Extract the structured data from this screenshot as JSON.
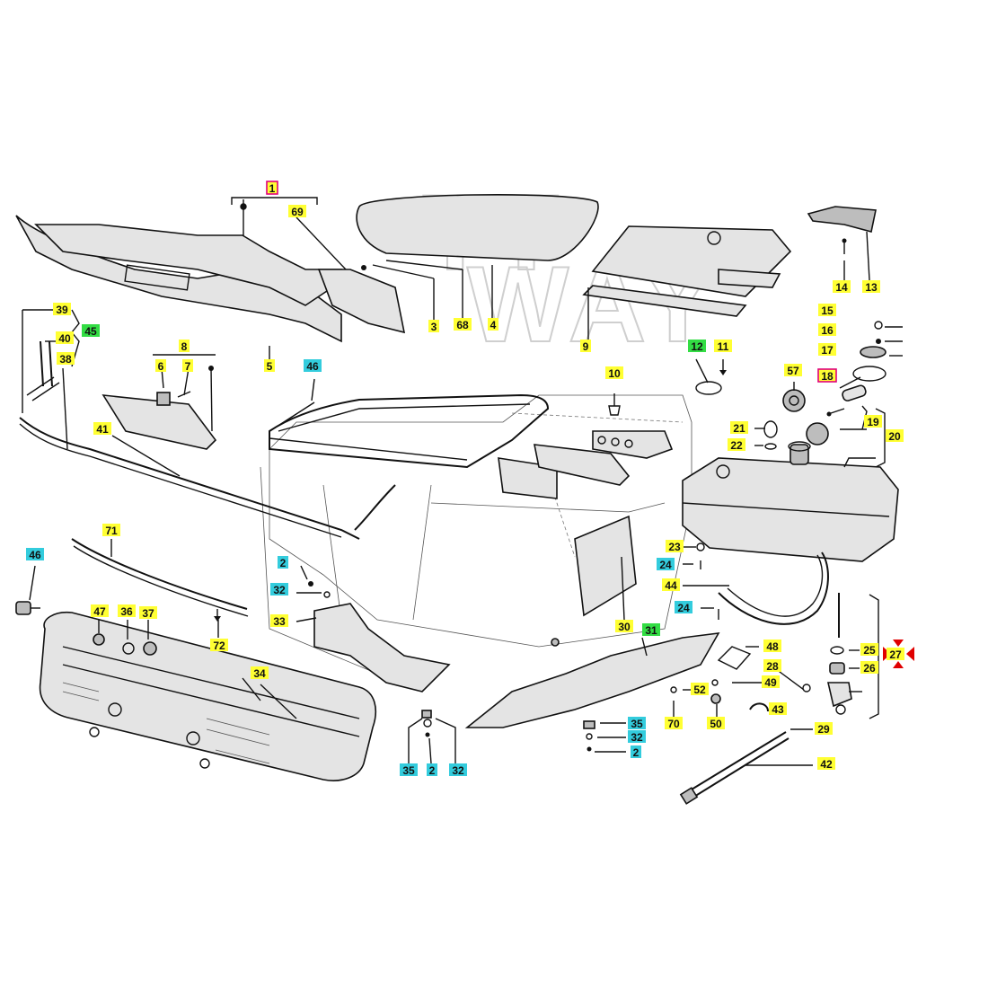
{
  "palette": {
    "yellow": "#ffff33",
    "cyan": "#33ccdd",
    "green": "#33dd44",
    "magenta_outline": "#e0007a",
    "red_marker": "#e00000",
    "ink": "#111111"
  },
  "watermark": {
    "line1": "TT",
    "line2": "WAY"
  },
  "callouts": [
    {
      "id": "c1",
      "text": "1",
      "style": "magenta"
    },
    {
      "id": "c69",
      "text": "69",
      "style": "yellow"
    },
    {
      "id": "c3",
      "text": "3",
      "style": "yellow"
    },
    {
      "id": "c68",
      "text": "68",
      "style": "yellow"
    },
    {
      "id": "c4",
      "text": "4",
      "style": "yellow"
    },
    {
      "id": "c9",
      "text": "9",
      "style": "yellow"
    },
    {
      "id": "c14",
      "text": "14",
      "style": "yellow"
    },
    {
      "id": "c13",
      "text": "13",
      "style": "yellow"
    },
    {
      "id": "c39",
      "text": "39",
      "style": "yellow"
    },
    {
      "id": "c40",
      "text": "40",
      "style": "yellow"
    },
    {
      "id": "c45",
      "text": "45",
      "style": "green"
    },
    {
      "id": "c38",
      "text": "38",
      "style": "yellow"
    },
    {
      "id": "c8",
      "text": "8",
      "style": "yellow"
    },
    {
      "id": "c6",
      "text": "6",
      "style": "yellow"
    },
    {
      "id": "c7",
      "text": "7",
      "style": "yellow"
    },
    {
      "id": "c5",
      "text": "5",
      "style": "yellow"
    },
    {
      "id": "c46a",
      "text": "46",
      "style": "cyan"
    },
    {
      "id": "c12",
      "text": "12",
      "style": "green"
    },
    {
      "id": "c11",
      "text": "11",
      "style": "yellow"
    },
    {
      "id": "c10",
      "text": "10",
      "style": "yellow"
    },
    {
      "id": "c15",
      "text": "15",
      "style": "yellow"
    },
    {
      "id": "c16",
      "text": "16",
      "style": "yellow"
    },
    {
      "id": "c17",
      "text": "17",
      "style": "yellow"
    },
    {
      "id": "c18",
      "text": "18",
      "style": "magenta"
    },
    {
      "id": "c57",
      "text": "57",
      "style": "yellow"
    },
    {
      "id": "c19",
      "text": "19",
      "style": "yellow"
    },
    {
      "id": "c20",
      "text": "20",
      "style": "yellow"
    },
    {
      "id": "c21",
      "text": "21",
      "style": "yellow"
    },
    {
      "id": "c22",
      "text": "22",
      "style": "yellow"
    },
    {
      "id": "c41",
      "text": "41",
      "style": "yellow"
    },
    {
      "id": "c71",
      "text": "71",
      "style": "yellow"
    },
    {
      "id": "c46b",
      "text": "46",
      "style": "cyan"
    },
    {
      "id": "c2a",
      "text": "2",
      "style": "cyan"
    },
    {
      "id": "c32a",
      "text": "32",
      "style": "cyan"
    },
    {
      "id": "c33",
      "text": "33",
      "style": "yellow"
    },
    {
      "id": "c47",
      "text": "47",
      "style": "yellow"
    },
    {
      "id": "c36",
      "text": "36",
      "style": "yellow"
    },
    {
      "id": "c37",
      "text": "37",
      "style": "yellow"
    },
    {
      "id": "c72",
      "text": "72",
      "style": "yellow"
    },
    {
      "id": "c34",
      "text": "34",
      "style": "yellow"
    },
    {
      "id": "c23",
      "text": "23",
      "style": "yellow"
    },
    {
      "id": "c24a",
      "text": "24",
      "style": "cyan"
    },
    {
      "id": "c44",
      "text": "44",
      "style": "yellow"
    },
    {
      "id": "c24b",
      "text": "24",
      "style": "cyan"
    },
    {
      "id": "c30",
      "text": "30",
      "style": "yellow"
    },
    {
      "id": "c31",
      "text": "31",
      "style": "green"
    },
    {
      "id": "c48",
      "text": "48",
      "style": "yellow"
    },
    {
      "id": "c25",
      "text": "25",
      "style": "yellow"
    },
    {
      "id": "c27",
      "text": "27",
      "style": "yellow"
    },
    {
      "id": "c26",
      "text": "26",
      "style": "yellow"
    },
    {
      "id": "c28",
      "text": "28",
      "style": "yellow"
    },
    {
      "id": "c49",
      "text": "49",
      "style": "yellow"
    },
    {
      "id": "c52",
      "text": "52",
      "style": "yellow"
    },
    {
      "id": "c43",
      "text": "43",
      "style": "yellow"
    },
    {
      "id": "c70",
      "text": "70",
      "style": "yellow"
    },
    {
      "id": "c50",
      "text": "50",
      "style": "yellow"
    },
    {
      "id": "c29",
      "text": "29",
      "style": "yellow"
    },
    {
      "id": "c35a",
      "text": "35",
      "style": "cyan"
    },
    {
      "id": "c32b",
      "text": "32",
      "style": "cyan"
    },
    {
      "id": "c2b",
      "text": "2",
      "style": "cyan"
    },
    {
      "id": "c42",
      "text": "42",
      "style": "yellow"
    },
    {
      "id": "c35b",
      "text": "35",
      "style": "cyan"
    },
    {
      "id": "c2c",
      "text": "2",
      "style": "cyan"
    },
    {
      "id": "c32c",
      "text": "32",
      "style": "cyan"
    }
  ]
}
